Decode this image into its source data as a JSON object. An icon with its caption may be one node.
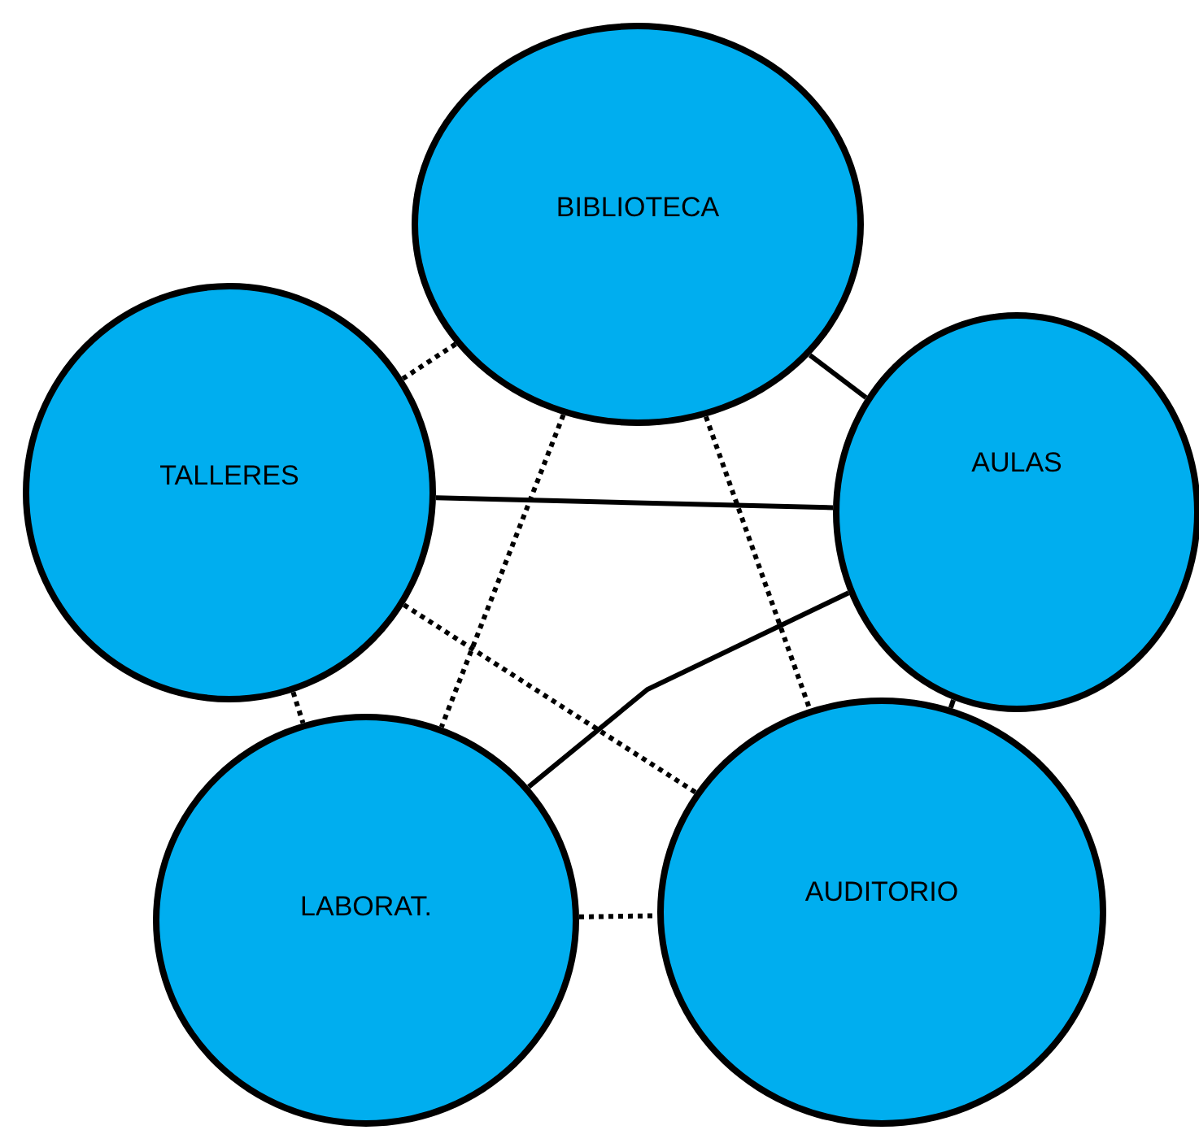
{
  "diagram": {
    "nodes": [
      {
        "text": [
          "BIBLIOTECA"
        ]
      },
      {
        "text": [
          "TALLERES"
        ]
      },
      {
        "text": [
          "AULAS"
        ]
      },
      {
        "text": [
          "LABORAT."
        ]
      },
      {
        "text": [
          "AUDITORIO"
        ]
      }
    ],
    "edges": [
      {
        "from": 0,
        "to": 2,
        "arrow": "none"
      },
      {
        "from": 0,
        "to": 1,
        "arrow": "none",
        "style": "dashed"
      },
      {
        "from": 1,
        "to": 2,
        "arrow": "none"
      },
      {
        "from": 0,
        "to": 3,
        "arrow": "none",
        "style": "dashed"
      },
      {
        "from": 0,
        "to": 4,
        "arrow": "none",
        "style": "dashed"
      },
      {
        "from": 1,
        "to": 4,
        "arrow": "none",
        "style": "dashed"
      },
      {
        "from": 1,
        "to": 3,
        "arrow": "none",
        "style": "dashed"
      },
      {
        "from": 2,
        "to": 3,
        "arrow": "none"
      },
      {
        "from": 2,
        "to": 4,
        "arrow": "none"
      },
      {
        "from": 3,
        "to": 4,
        "arrow": "none",
        "style": "dashed"
      }
    ]
  }
}
